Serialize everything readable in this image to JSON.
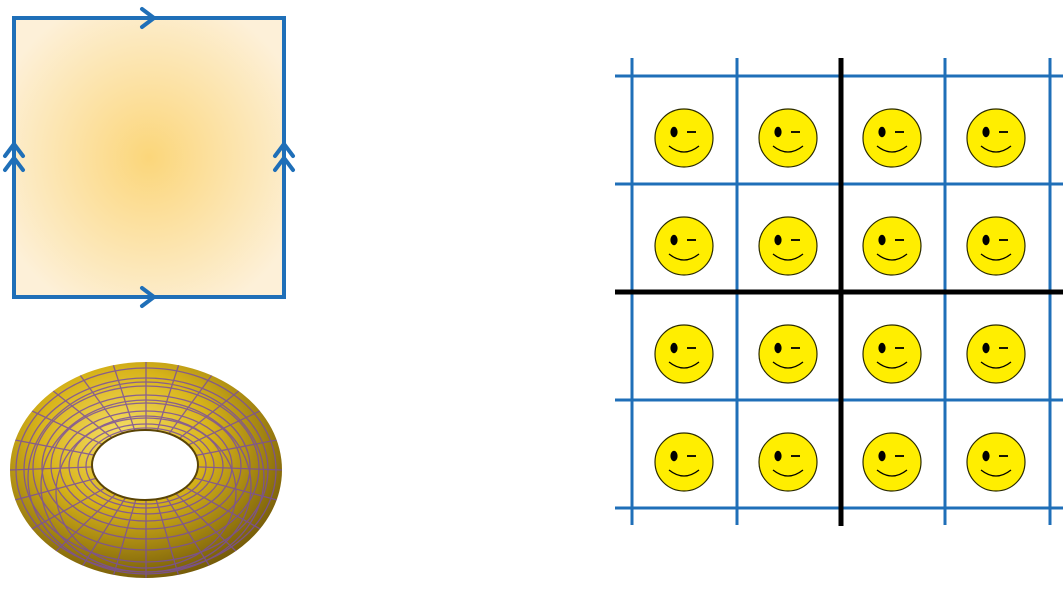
{
  "colors": {
    "edge_blue": "#1f6fb8",
    "divider_black": "#000000",
    "face_yellow": "#ffee00",
    "face_outline": "#2a2a00",
    "square_fill_center": "#fbd67a",
    "square_fill_edge": "#fcefd6",
    "torus_gold": "#d8b41a",
    "torus_gold_dark": "#6d5408",
    "torus_mesh": "#7a4f9e"
  },
  "diagram": {
    "identified_square": {
      "edge_arrows": [
        "single-arrow-top",
        "single-arrow-bottom",
        "double-arrow-left",
        "double-arrow-right"
      ]
    },
    "torus": {
      "shape": "torus",
      "mesh": true
    },
    "universal_cover": {
      "rows": 4,
      "cols": 4,
      "face": "winking-smiley-icon",
      "bold_dividers": [
        "vertical-between-col-2-3",
        "horizontal-between-row-2-3"
      ]
    }
  }
}
